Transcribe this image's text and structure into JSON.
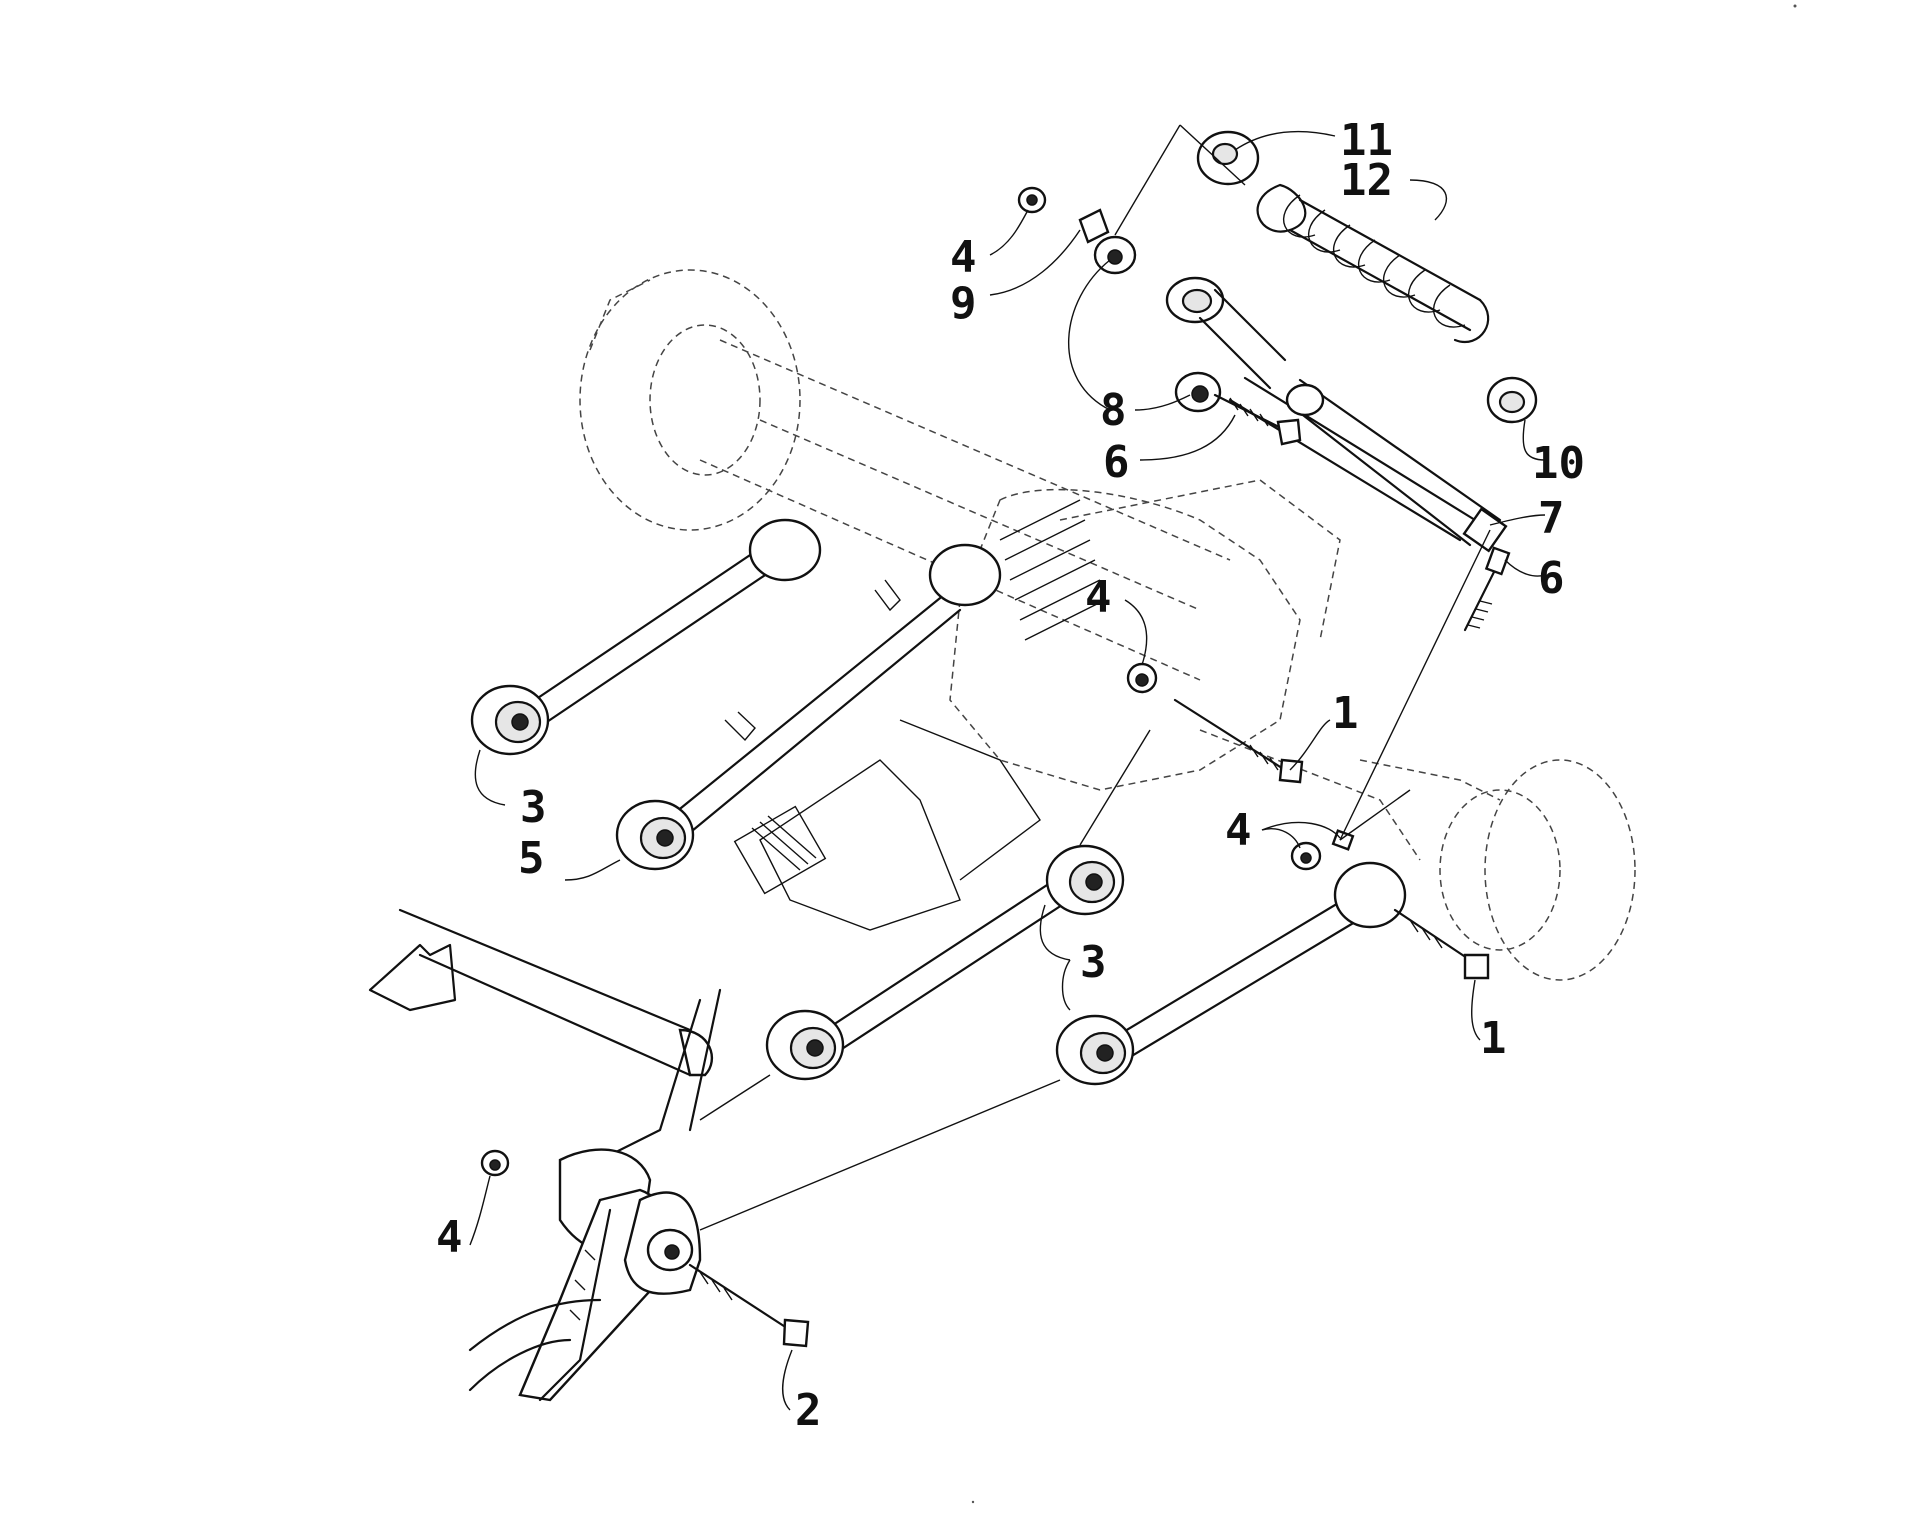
{
  "callouts": {
    "c1a": "1",
    "c1b": "1",
    "c2": "2",
    "c3a": "3",
    "c3b": "3",
    "c4a": "4",
    "c4b": "4",
    "c4c": "4",
    "c4d": "4",
    "c5": "5",
    "c6a": "6",
    "c6b": "6",
    "c7": "7",
    "c8": "8",
    "c9": "9",
    "c10": "10",
    "c11": "11",
    "c12": "12"
  }
}
